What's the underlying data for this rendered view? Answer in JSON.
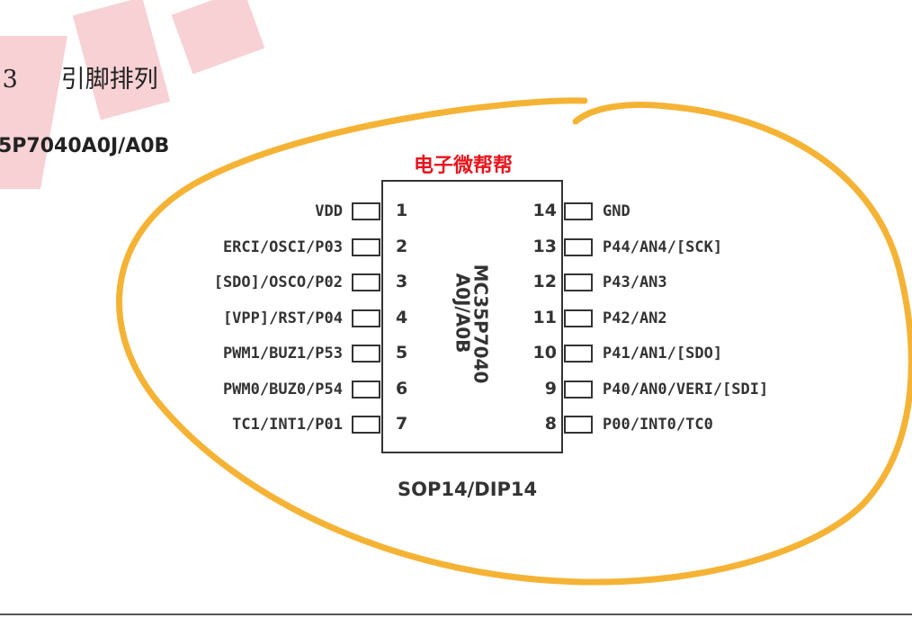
{
  "section": {
    "number": ".3",
    "title": "引脚排列"
  },
  "part_title": "5P7040A0J/A0B",
  "chip": {
    "name_line1": "MC35P7040",
    "name_line2": "A0J/A0B",
    "package": "SOP14/DIP14"
  },
  "overlay_text": "电子微帮帮",
  "left_pins": [
    {
      "num": "1",
      "label": "VDD"
    },
    {
      "num": "2",
      "label": "ERCI/OSCI/P03"
    },
    {
      "num": "3",
      "label": "[SDO]/OSCO/P02"
    },
    {
      "num": "4",
      "label": "[VPP]/RST/P04"
    },
    {
      "num": "5",
      "label": "PWM1/BUZ1/P53"
    },
    {
      "num": "6",
      "label": "PWM0/BUZ0/P54"
    },
    {
      "num": "7",
      "label": "TC1/INT1/P01"
    }
  ],
  "right_pins": [
    {
      "num": "14",
      "label": "GND"
    },
    {
      "num": "13",
      "label": "P44/AN4/[SCK]"
    },
    {
      "num": "12",
      "label": "P43/AN3"
    },
    {
      "num": "11",
      "label": "P42/AN2"
    },
    {
      "num": "10",
      "label": "P41/AN1/[SDO]"
    },
    {
      "num": "9",
      "label": "P40/AN0/VERI/[SDI]"
    },
    {
      "num": "8",
      "label": "P00/INT0/TC0"
    }
  ],
  "colors": {
    "highlight": "#f5b335",
    "watermark": "#f6c9cc",
    "overlay": "#e8141c"
  }
}
